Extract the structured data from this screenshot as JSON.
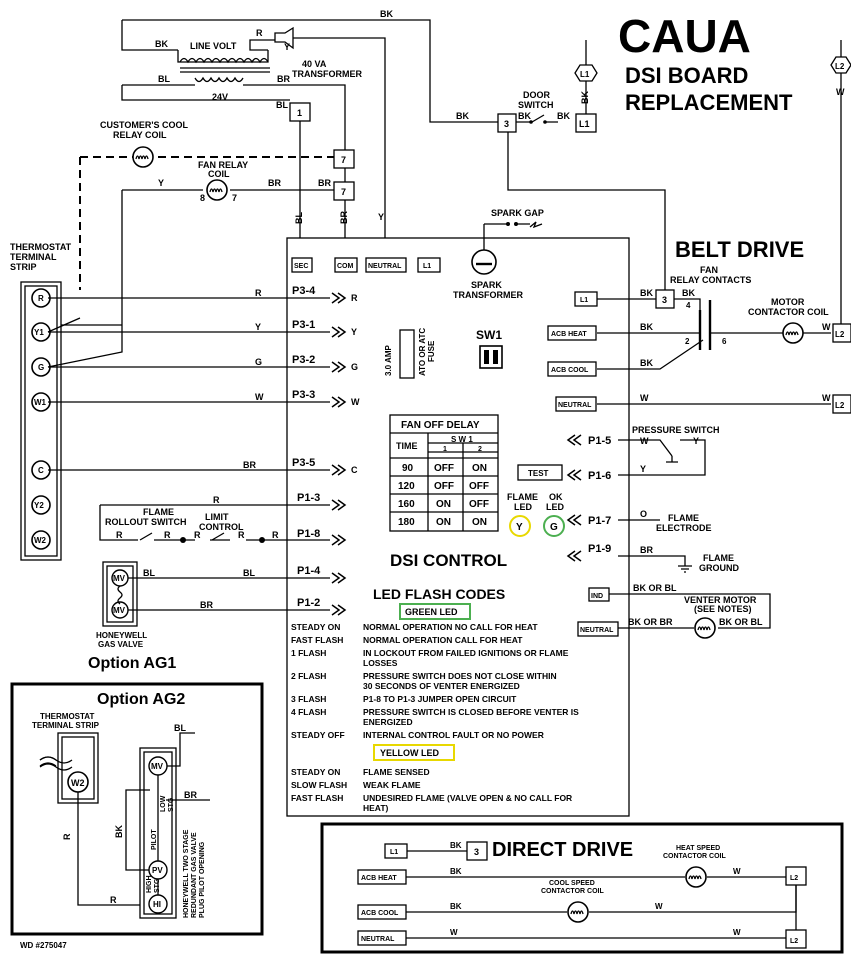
{
  "title": {
    "line1": "CAUA",
    "line2": "DSI BOARD",
    "line3": "REPLACEMENT"
  },
  "belt_drive": "BELT DRIVE",
  "direct_drive": "DIRECT DRIVE",
  "option_ag1": "Option AG1",
  "option_ag2": "Option AG2",
  "wd_number": "WD #275047",
  "dsi_control": "DSI CONTROL",
  "top": {
    "bk": "BK",
    "line_volt": "LINE VOLT",
    "r": "R",
    "y": "Y",
    "bl": "BL",
    "br": "BR",
    "transformer": "40 VA\nTRANSFORMER",
    "v24": "24V",
    "door_switch": "DOOR\nSWITCH",
    "l1": "L1",
    "l2": "L2",
    "w": "W",
    "customers_cool_relay": "CUSTOMER'S COOL\nRELAY COIL",
    "fan_relay_coil": "FAN RELAY\nCOIL",
    "n8": "8",
    "n7": "7",
    "n1": "1",
    "n3": "3",
    "n4": "4",
    "n2": "2",
    "n6": "6",
    "spark_gap": "SPARK GAP",
    "spark_transformer": "SPARK\nTRANSFORMER"
  },
  "thermostat": {
    "label": "THERMOSTAT\nTERMINAL\nSTRIP",
    "terminals": [
      "R",
      "Y1",
      "G",
      "W1",
      "C",
      "Y2",
      "W2"
    ]
  },
  "board_terminals": {
    "sec": "SEC",
    "com": "COM",
    "neutral": "NEUTRAL",
    "l1": "L1",
    "test": "TEST",
    "ind": "IND",
    "acb_heat": "ACB HEAT",
    "acb_cool": "ACB COOL"
  },
  "plugs": {
    "p34": "P3-4",
    "p31": "P3-1",
    "p32": "P3-2",
    "p33": "P3-3",
    "p35": "P3-5",
    "p13": "P1-3",
    "p18": "P1-8",
    "p14": "P1-4",
    "p12": "P1-2",
    "p15": "P1-5",
    "p16": "P1-6",
    "p17": "P1-7",
    "p19": "P1-9"
  },
  "plug_letters": {
    "r": "R",
    "y": "Y",
    "g": "G",
    "w": "W",
    "c": "C"
  },
  "wire_colors": {
    "r": "R",
    "y": "Y",
    "g": "G",
    "w": "W",
    "br": "BR",
    "bl": "BL",
    "bk": "BK",
    "o": "O",
    "bk_or_bl": "BK OR BL",
    "bk_or_br": "BK OR BR"
  },
  "fuse": {
    "amp": "3.0 AMP",
    "type": "ATO OR ATC\nFUSE"
  },
  "sw1": "SW1",
  "fan_off_delay": {
    "title": "FAN OFF DELAY",
    "time": "TIME",
    "sw1": "S W 1",
    "col1": "1",
    "col2": "2",
    "rows": [
      [
        "90",
        "OFF",
        "ON"
      ],
      [
        "120",
        "OFF",
        "OFF"
      ],
      [
        "160",
        "ON",
        "OFF"
      ],
      [
        "180",
        "ON",
        "ON"
      ]
    ]
  },
  "leds": {
    "flame": "FLAME\nLED",
    "ok": "OK\nLED",
    "y": "Y",
    "g": "G"
  },
  "right_labels": {
    "pressure_switch": "PRESSURE SWITCH",
    "flame_electrode": "FLAME\nELECTRODE",
    "flame_ground": "FLAME\nGROUND",
    "venter_motor": "VENTER MOTOR\n(SEE NOTES)",
    "fan_relay_contacts": "FAN\nRELAY CONTACTS",
    "motor_contactor_coil": "MOTOR\nCONTACTOR COIL"
  },
  "left_labels": {
    "flame_rollout": "FLAME\nROLLOUT SWITCH",
    "limit_control": "LIMIT\nCONTROL",
    "mv": "MV",
    "honeywell": "HONEYWELL\nGAS VALVE"
  },
  "led_flash": {
    "title": "LED FLASH CODES",
    "green_led": "GREEN LED",
    "yellow_led": "YELLOW LED",
    "green": [
      [
        "STEADY ON",
        "NORMAL OPERATION NO CALL FOR HEAT"
      ],
      [
        "FAST FLASH",
        "NORMAL OPERATION CALL FOR HEAT"
      ],
      [
        "1 FLASH",
        "IN LOCKOUT FROM FAILED IGNITIONS OR FLAME\nLOSSES"
      ],
      [
        "2 FLASH",
        "PRESSURE SWITCH DOES NOT CLOSE WITHIN\n30 SECONDS OF VENTER ENERGIZED"
      ],
      [
        "3 FLASH",
        "P1-8 TO P1-3 JUMPER OPEN CIRCUIT"
      ],
      [
        "4 FLASH",
        "PRESSURE SWITCH IS CLOSED BEFORE VENTER IS\nENERGIZED"
      ],
      [
        "STEADY OFF",
        "INTERNAL CONTROL FAULT OR NO POWER"
      ]
    ],
    "yellow": [
      [
        "STEADY ON",
        "FLAME SENSED"
      ],
      [
        "SLOW FLASH",
        "WEAK FLAME"
      ],
      [
        "FAST FLASH",
        "UNDESIRED FLAME (VALVE OPEN & NO CALL FOR\nHEAT)"
      ]
    ]
  },
  "ag2": {
    "thermostat": "THERMOSTAT\nTERMINAL STRIP",
    "w2": "W2",
    "mv": "MV",
    "pv": "PV",
    "hi": "HI",
    "low_stg": "LOW\nSTG",
    "pilot": "PILOT",
    "high_stg": "HIGH\nSTG",
    "valve": "HONEYWELL TWO STAGE\nREDUNDANT GAS VALVE\nPLUG PILOT OPENING"
  },
  "dd": {
    "heat_speed": "HEAT SPEED\nCONTACTOR COIL",
    "cool_speed": "COOL SPEED\nCONTACTOR COIL",
    "l1": "L1",
    "n3": "3",
    "l2": "L2",
    "acb_heat": "ACB HEAT",
    "acb_cool": "ACB COOL",
    "neutral": "NEUTRAL"
  }
}
